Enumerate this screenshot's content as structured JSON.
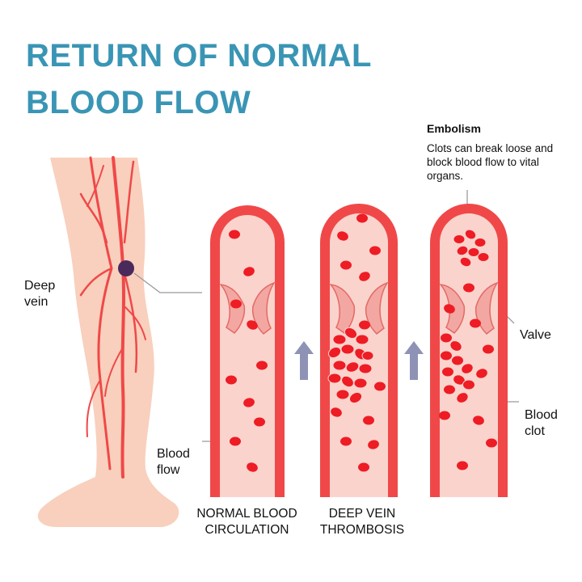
{
  "title": {
    "line1": "RETURN OF NORMAL",
    "line2": "BLOOD FLOW"
  },
  "embolism": {
    "title": "Embolism",
    "text": "Clots can break loose and block blood flow to vital organs."
  },
  "labels": {
    "deep_vein": [
      "Deep",
      "vein"
    ],
    "blood_flow": [
      "Blood",
      "flow"
    ],
    "valve": "Valve",
    "blood_clot": [
      "Blood",
      "clot"
    ]
  },
  "captions": {
    "normal": [
      "NORMAL BLOOD",
      "CIRCULATION"
    ],
    "dvt": [
      "DEEP VEIN",
      "THROMBOSIS"
    ]
  },
  "colors": {
    "title": "#3a95b5",
    "vessel_wall": "#f04848",
    "vessel_lumen": "#fbd3cd",
    "blood_cell": "#ee1c24",
    "skin": "#f8d0bd",
    "arrow": "#8e93b6",
    "deep_vein_marker": "#4a2a5a"
  },
  "icons": [
    "up-arrow-icon",
    "deep-vein-marker-icon"
  ]
}
